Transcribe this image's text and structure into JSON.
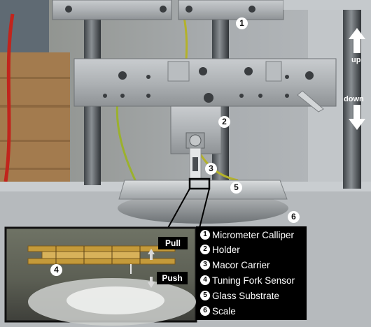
{
  "markers": [
    "1",
    "2",
    "3",
    "4",
    "5",
    "6"
  ],
  "arrows": {
    "up_label": "up",
    "down_label": "down"
  },
  "inset": {
    "pull_label": "Pull",
    "push_label": "Push",
    "marker": "4"
  },
  "legend": [
    {
      "num": "1",
      "text": "Micrometer Calliper"
    },
    {
      "num": "2",
      "text": "Holder"
    },
    {
      "num": "3",
      "text": "Macor Carrier"
    },
    {
      "num": "4",
      "text": "Tuning Fork Sensor"
    },
    {
      "num": "5",
      "text": "Glass Substrate"
    },
    {
      "num": "6",
      "text": "Scale"
    }
  ],
  "colors": {
    "legend_bg": "#000000",
    "legend_text": "#ffffff",
    "inset_border": "#111111"
  }
}
